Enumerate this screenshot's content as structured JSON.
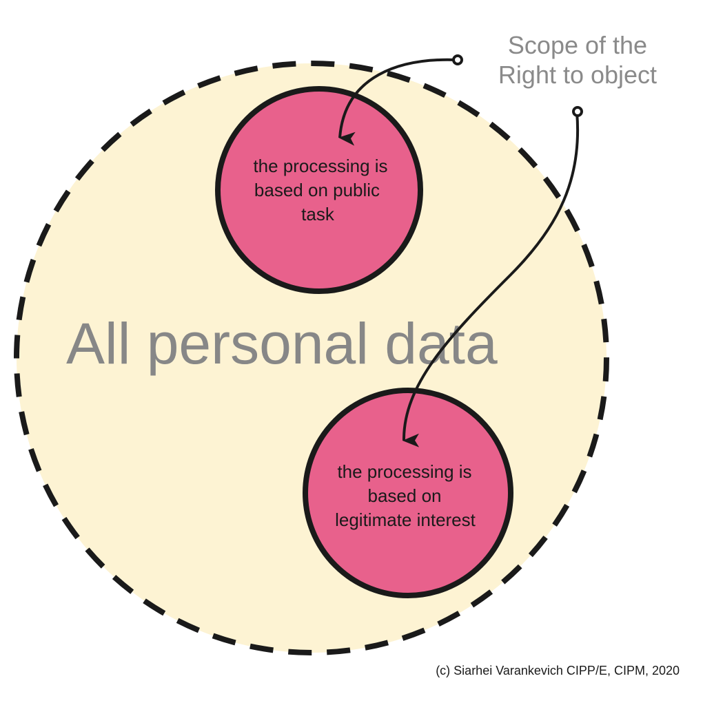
{
  "colors": {
    "outer_fill": "#fdf3d3",
    "outer_stroke": "#1a1a1a",
    "inner_fill": "#e8618c",
    "inner_stroke": "#1a1a1a",
    "arrow": "#1a1a1a",
    "main_label": "#878787",
    "scope_label": "#8a8a8a",
    "inner_text": "#1a1a1a",
    "credit_text": "#1a1a1a"
  },
  "diagram": {
    "outer_label": "All personal data",
    "scope_label": {
      "line1": "Scope of the",
      "line2": "Right to object"
    },
    "circle_top": {
      "line1": "the processing is",
      "line2": "based on public",
      "line3": "task"
    },
    "circle_bottom": {
      "line1": "the processing is",
      "line2": "based on",
      "line3": "legitimate interest"
    }
  },
  "credit": "(c) Siarhei Varankevich CIPP/E, CIPM, 2020"
}
